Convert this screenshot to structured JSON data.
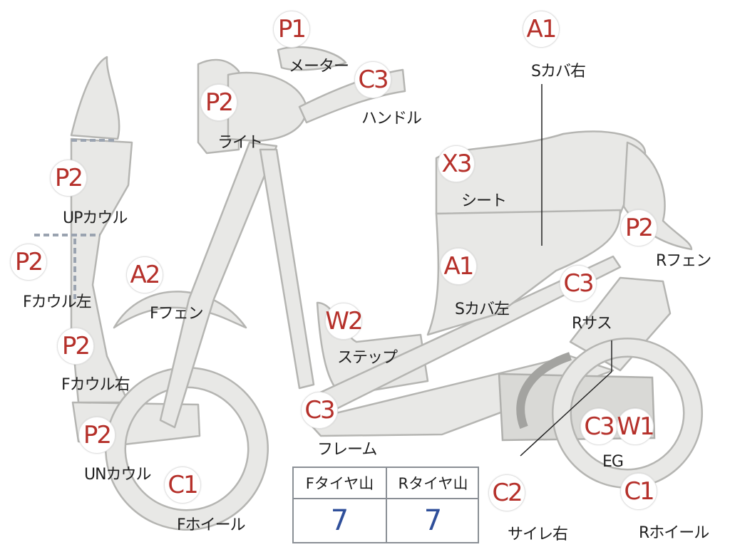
{
  "colors": {
    "badge_text": "#b5302a",
    "part_fill": "#e8e8e6",
    "tire_value": "#2f4f9a",
    "table_border": "#8a8f95"
  },
  "parts": {
    "meter": {
      "code": "P1",
      "label": "メーター"
    },
    "handle": {
      "code": "C3",
      "label": "ハンドル"
    },
    "side_cover_right": {
      "code": "A1",
      "label": "Sカバ右"
    },
    "light": {
      "code": "P2",
      "label": "ライト"
    },
    "seat": {
      "code": "X3",
      "label": "シート"
    },
    "up_cowl": {
      "code": "P2",
      "label": "UPカウル"
    },
    "rear_fender": {
      "code": "P2",
      "label": "Rフェン"
    },
    "f_cowl_left": {
      "code": "P2",
      "label": "Fカウル左"
    },
    "front_fender": {
      "code": "A2",
      "label": "Fフェン"
    },
    "side_cover_left": {
      "code": "A1",
      "label": "Sカバ左"
    },
    "rear_suspension": {
      "code": "C3",
      "label": "Rサス"
    },
    "step": {
      "code": "W2",
      "label": "ステップ"
    },
    "f_cowl_right": {
      "code": "P2",
      "label": "Fカウル右"
    },
    "frame": {
      "code": "C3",
      "label": "フレーム"
    },
    "engine": {
      "code_left": "C3",
      "code_right": "W1",
      "label": "EG"
    },
    "un_cowl": {
      "code": "P2",
      "label": "UNカウル"
    },
    "front_wheel": {
      "code": "C1",
      "label": "Fホイール"
    },
    "muffler_right": {
      "code": "C2",
      "label": "サイレ右"
    },
    "rear_wheel": {
      "code": "C1",
      "label": "Rホイール"
    }
  },
  "tire_table": {
    "headers": [
      "Fタイヤ山",
      "Rタイヤ山"
    ],
    "values": [
      "7",
      "7"
    ]
  }
}
